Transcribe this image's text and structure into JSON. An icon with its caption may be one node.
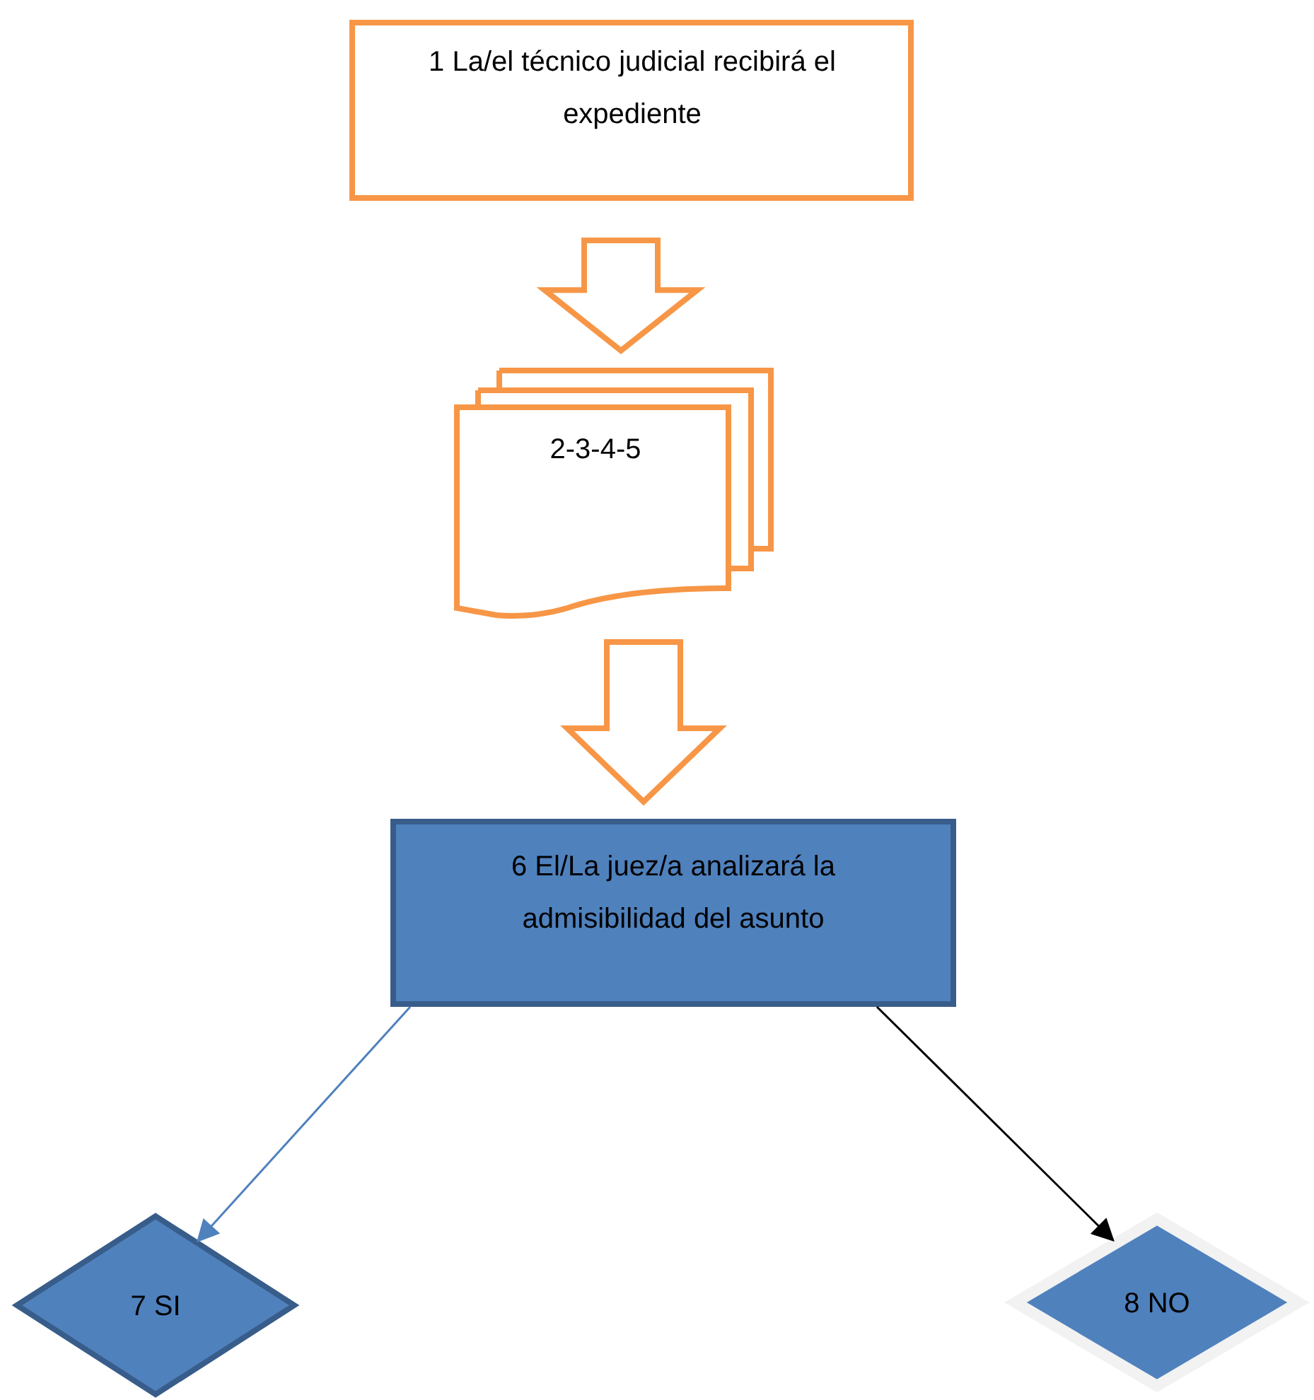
{
  "diagram": {
    "nodes": [
      {
        "text": [
          "1 La/el técnico judicial recibirá el expediente"
        ]
      },
      {
        "text": [
          "2-3-4-5"
        ]
      },
      {
        "text": [
          "6 El/La juez/a analizará la admisibilidad del asunto"
        ]
      },
      {
        "text": [
          "7 SI"
        ]
      },
      {
        "text": [
          "8 NO"
        ]
      }
    ],
    "edges": [
      {
        "from": 0,
        "to": 1,
        "arrow": "to",
        "style": "thick",
        "color": "#f79646"
      },
      {
        "from": 1,
        "to": 2,
        "arrow": "to",
        "style": "thick",
        "color": "#f79646"
      },
      {
        "from": 2,
        "to": 3,
        "arrow": "to",
        "color": "#4f81bd"
      },
      {
        "from": 2,
        "to": 4,
        "arrow": "to",
        "color": "#000000"
      }
    ]
  }
}
